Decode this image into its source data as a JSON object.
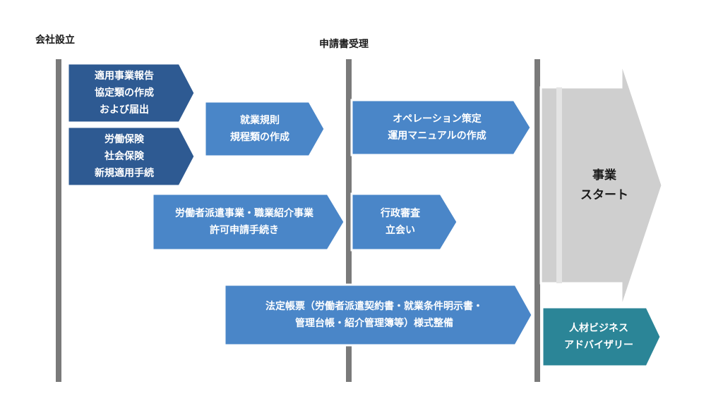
{
  "milestones": {
    "founding": "会社設立",
    "application": "申請書受理"
  },
  "arrows": {
    "employment_rules_notice": [
      "適用事業報告",
      "協定類の作成",
      "および届出"
    ],
    "insurance": [
      "労働保険",
      "社会保険",
      "新規適用手続"
    ],
    "work_rules": [
      "就業規則",
      "規程類の作成"
    ],
    "operation_manual": [
      "オペレーション策定",
      "運用マニュアルの作成"
    ],
    "dispatch_license": [
      "労働者派遣事業・職業紹介事業",
      "許可申請手続き"
    ],
    "inspection": [
      "行政審査",
      "立会い"
    ],
    "legal_forms": [
      "法定帳票（労働者派遣契約書・就業条件明示書・",
      "管理台帳・紹介管理簿等）様式整備"
    ],
    "business_start": [
      "事業",
      "スタート"
    ],
    "hr_advisory": [
      "人材ビジネス",
      "アドバイザリー"
    ]
  },
  "colors": {
    "dark_blue": "#2e5a92",
    "mid_blue": "#4a86c8",
    "teal": "#2b8597",
    "gray": "#cfcfcf",
    "line": "#7a7a7a"
  }
}
